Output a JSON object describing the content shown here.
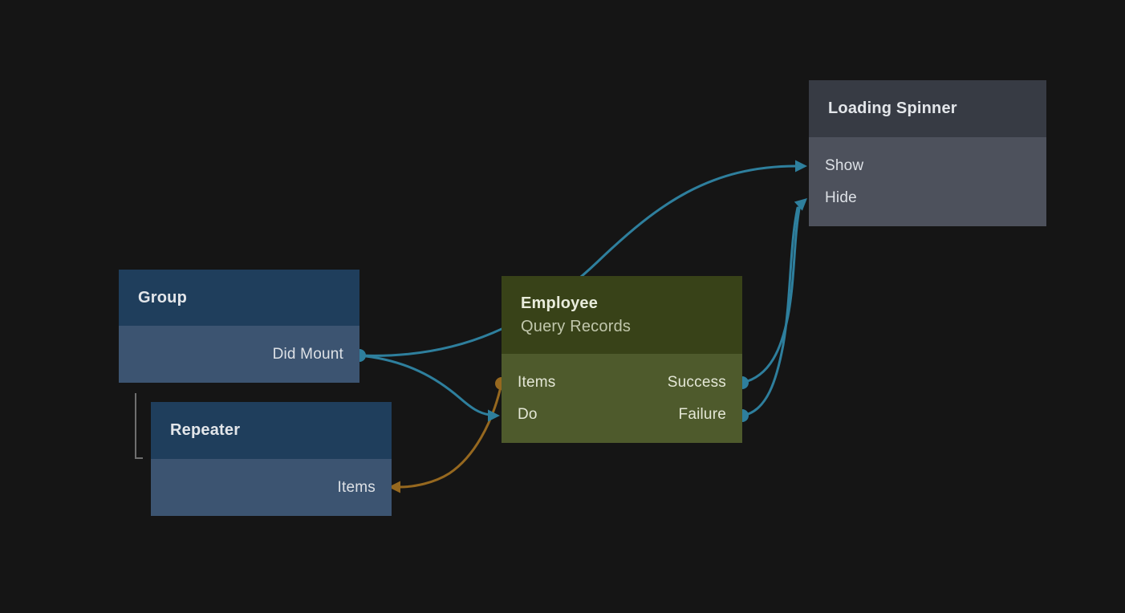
{
  "app": {
    "type": "visual-programming-node-editor",
    "background_color": "#151515"
  },
  "colors": {
    "signal": "#2e7f9d",
    "data": "#96681f",
    "hierarchy_line": "#6f6f6f",
    "blue_header": "#1f3e5c",
    "blue_body": "#3c5471",
    "green_header": "#384218",
    "green_body": "#4e5a2c",
    "gray_header": "#373b44",
    "gray_body": "#4d515c"
  },
  "nodes": {
    "group": {
      "title": "Group",
      "ports": {
        "did_mount": {
          "label": "Did Mount",
          "type": "output"
        }
      }
    },
    "repeater": {
      "title": "Repeater",
      "ports": {
        "items": {
          "label": "Items",
          "type": "input"
        }
      }
    },
    "employee": {
      "title": "Employee",
      "subtitle": "Query Records",
      "ports": {
        "items": {
          "label": "Items",
          "type": "output"
        },
        "do": {
          "label": "Do",
          "type": "input"
        },
        "success": {
          "label": "Success",
          "type": "output"
        },
        "failure": {
          "label": "Failure",
          "type": "output"
        }
      }
    },
    "loading_spinner": {
      "title": "Loading Spinner",
      "ports": {
        "show": {
          "label": "Show",
          "type": "input"
        },
        "hide": {
          "label": "Hide",
          "type": "input"
        }
      }
    }
  },
  "connections": [
    {
      "from_node": "Group",
      "from_port": "Did Mount",
      "to_node": "Loading Spinner",
      "to_port": "Show",
      "color": "#2e7f9d"
    },
    {
      "from_node": "Group",
      "from_port": "Did Mount",
      "to_node": "Employee",
      "to_port": "Do",
      "color": "#2e7f9d"
    },
    {
      "from_node": "Employee",
      "from_port": "Success",
      "to_node": "Loading Spinner",
      "to_port": "Hide",
      "color": "#2e7f9d"
    },
    {
      "from_node": "Employee",
      "from_port": "Failure",
      "to_node": "Loading Spinner",
      "to_port": "Hide",
      "color": "#2e7f9d"
    },
    {
      "from_node": "Employee",
      "from_port": "Items",
      "to_node": "Repeater",
      "to_port": "Items",
      "color": "#96681f"
    }
  ],
  "hierarchy": [
    {
      "parent": "Group",
      "child": "Repeater"
    }
  ]
}
